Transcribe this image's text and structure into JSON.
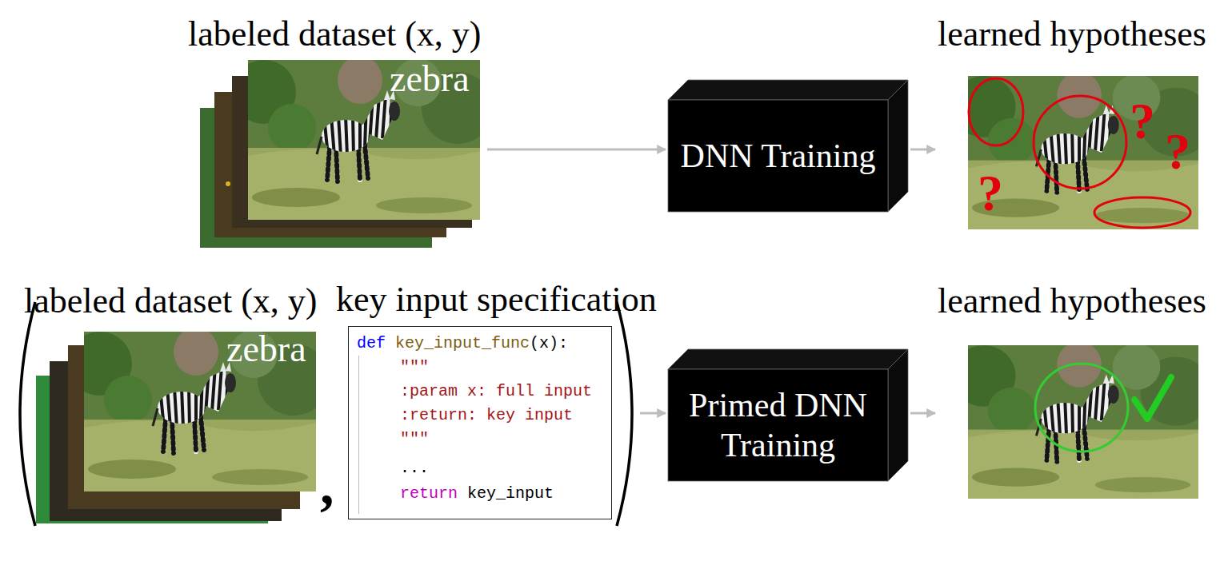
{
  "diagram": {
    "nodes": [
      {
        "text": [
          "labeled dataset (x, y)",
          "zebra"
        ]
      },
      {
        "text": [
          "DNN Training"
        ]
      },
      {
        "text": [
          "learned hypotheses"
        ]
      },
      {
        "text": [
          "labeled dataset (x, y)",
          "zebra"
        ]
      },
      {
        "text": [
          "key input specification",
          "def",
          "key_input_func",
          "(x):",
          "\"\"\"",
          ":param x: full input",
          ":return: key input",
          "\"\"\"",
          "...",
          "return",
          "key_input"
        ]
      },
      {
        "text": [
          "Primed DNN Training"
        ]
      },
      {
        "text": [
          "learned hypotheses"
        ]
      }
    ],
    "edges": [
      {
        "from": 0,
        "to": 1,
        "arrow": "to"
      },
      {
        "from": 1,
        "to": 2,
        "arrow": "to"
      },
      {
        "from": 4,
        "to": 5,
        "arrow": "to"
      },
      {
        "from": 5,
        "to": 6,
        "arrow": "to"
      }
    ],
    "labels": [
      "?",
      "?",
      "?",
      ","
    ]
  }
}
